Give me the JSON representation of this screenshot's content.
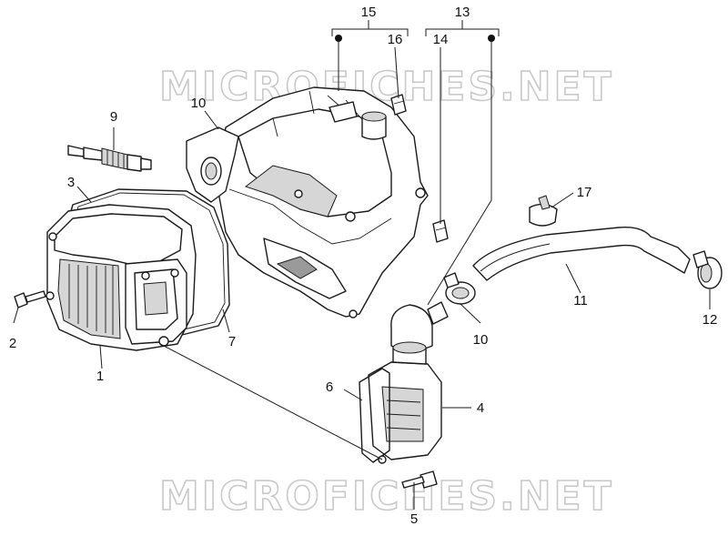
{
  "watermarks": [
    "MICROFICHES.NET",
    "MICROFICHES.NET"
  ],
  "callouts": {
    "c1": "1",
    "c2": "2",
    "c3": "3",
    "c4": "4",
    "c5": "5",
    "c6": "6",
    "c7": "7",
    "c9": "9",
    "c10a": "10",
    "c10b": "10",
    "c11": "11",
    "c12": "12",
    "c13": "13",
    "c14": "14",
    "c15": "15",
    "c16": "16",
    "c17": "17"
  },
  "colors": {
    "line": "#1a1a1a",
    "watermark": "#c9c9c9",
    "background": "#ffffff"
  }
}
